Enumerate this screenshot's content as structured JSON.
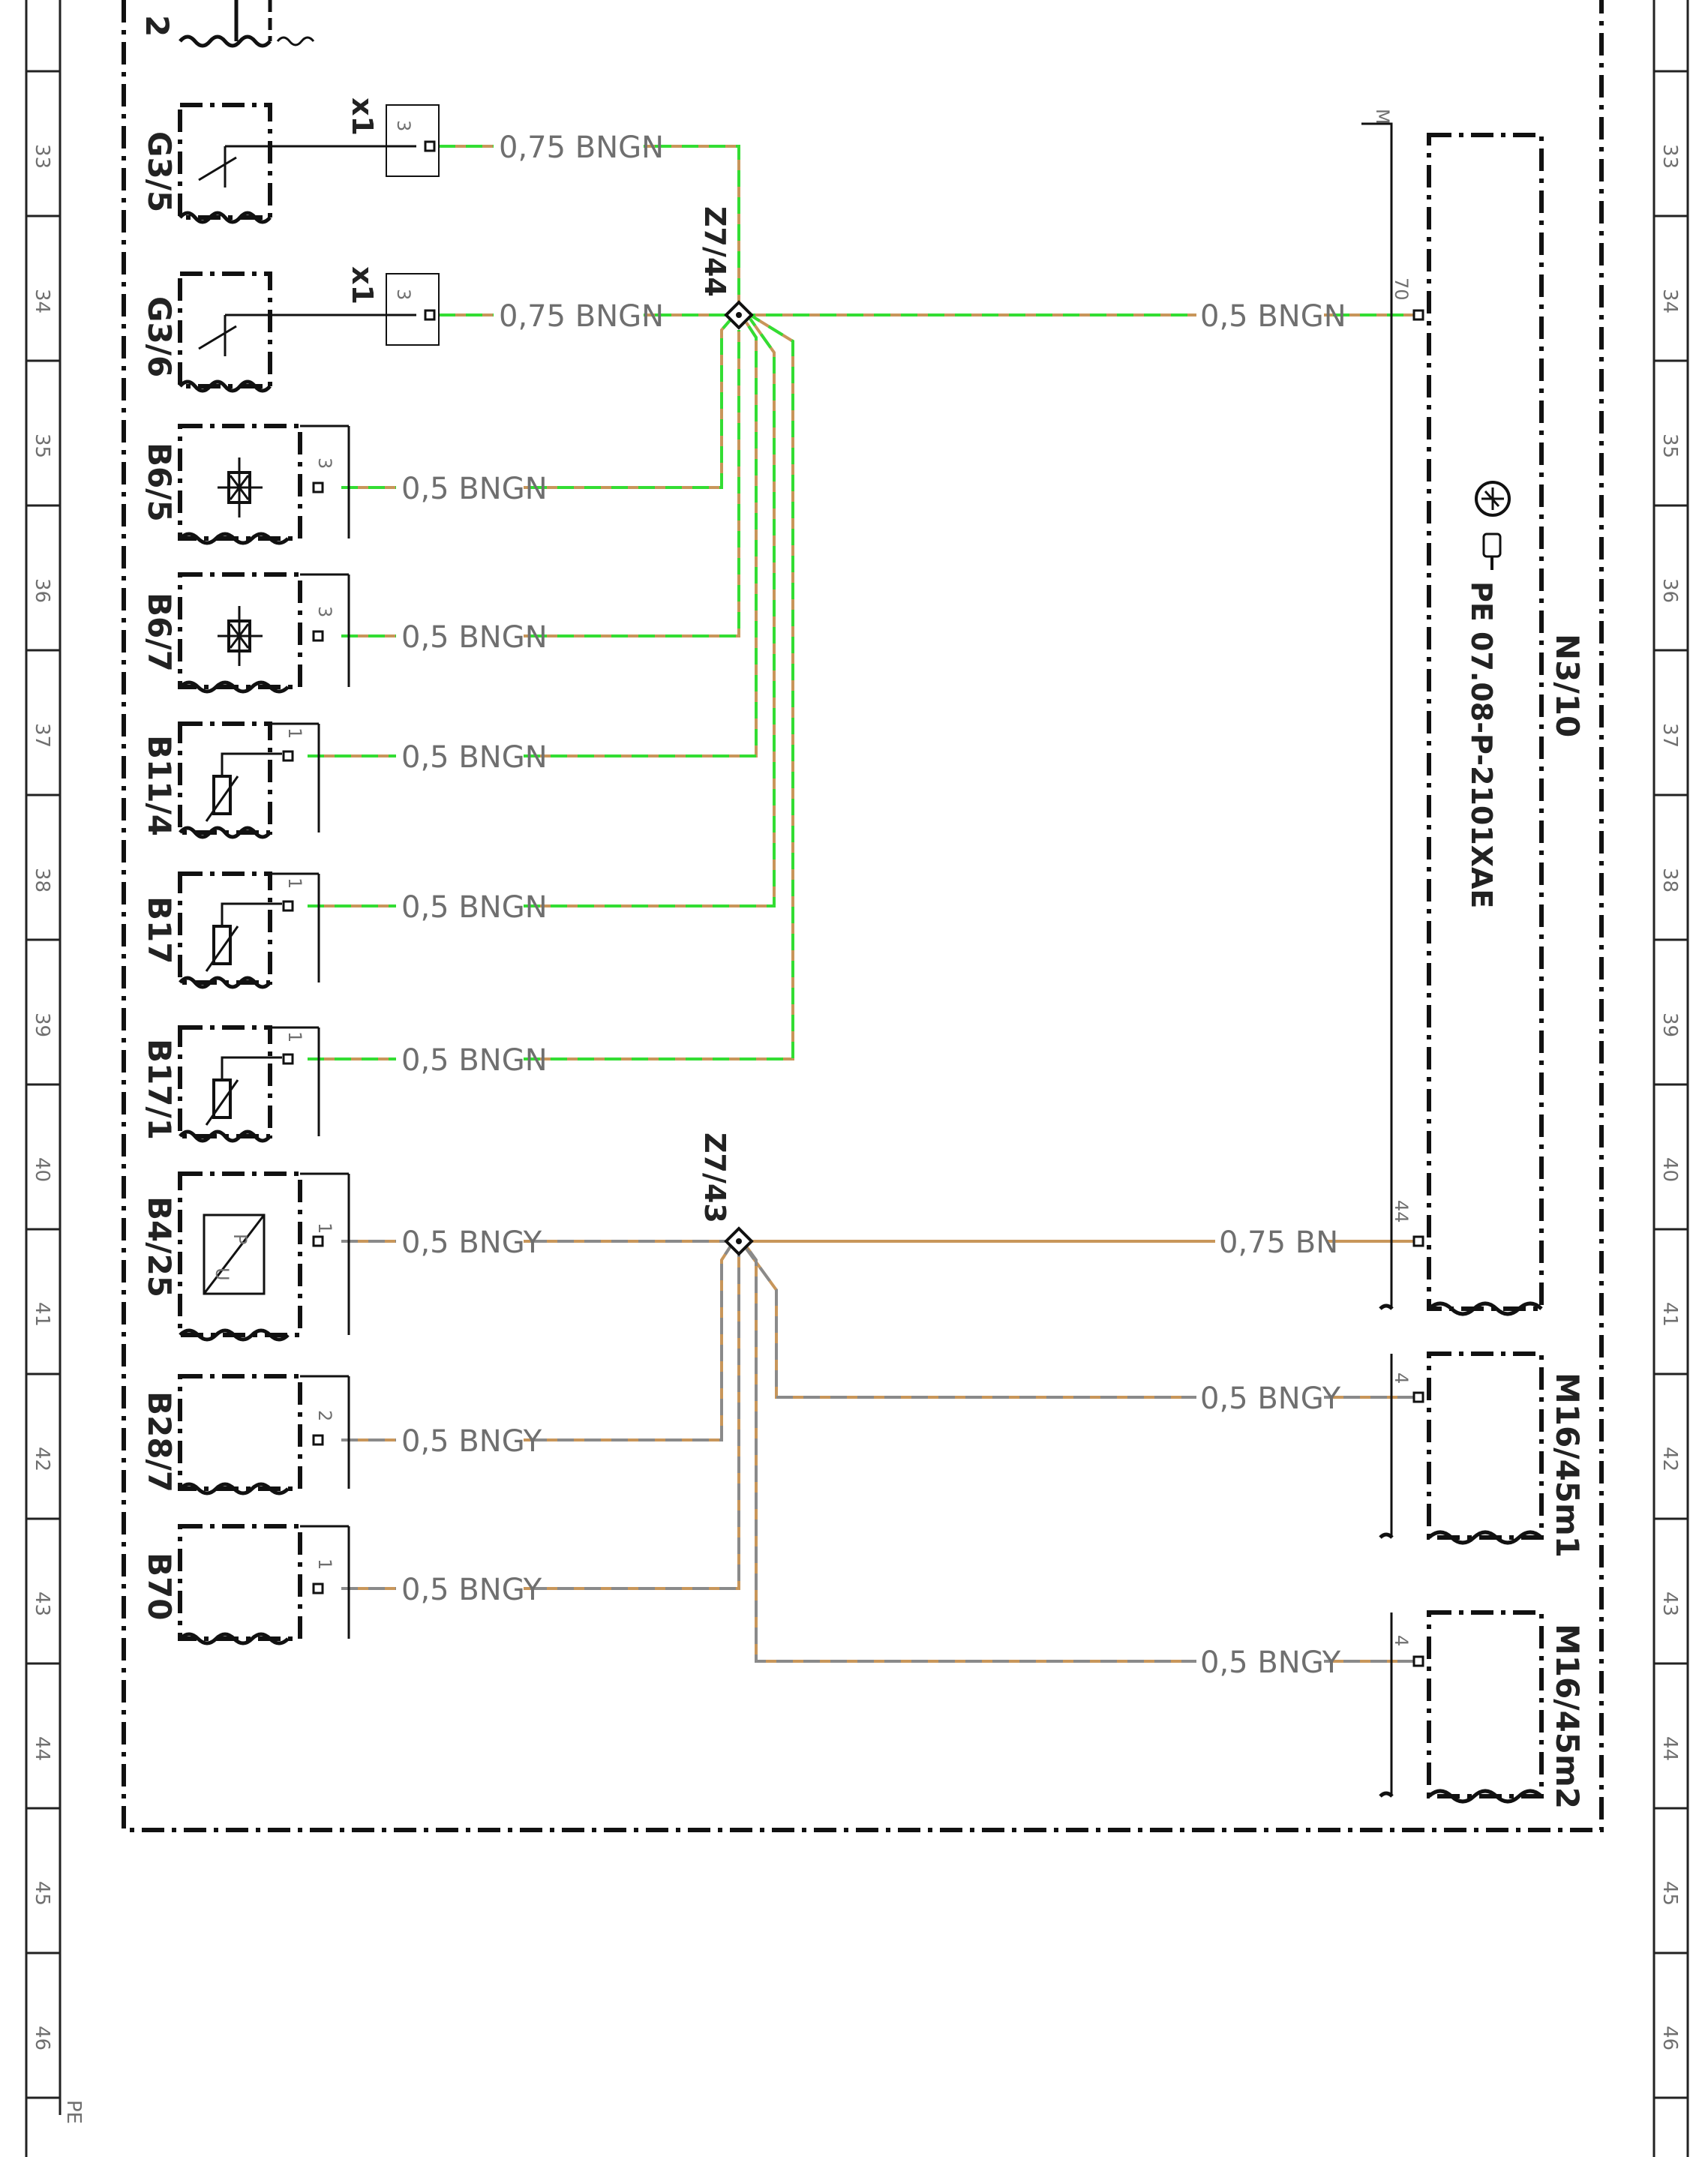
{
  "row_numbers": [
    "33",
    "34",
    "35",
    "36",
    "37",
    "38",
    "39",
    "40",
    "41",
    "42",
    "43",
    "44",
    "45",
    "46"
  ],
  "sheet_label": "PE",
  "top_partial_label": "2",
  "components_left": [
    {
      "id": "G3/5",
      "connector": "x1",
      "pin": "3",
      "wire": "0,75 BNGN"
    },
    {
      "id": "G3/6",
      "connector": "x1",
      "pin": "3",
      "wire": "0,75 BNGN"
    },
    {
      "id": "B6/5",
      "pin": "3",
      "wire": "0,5 BNGN"
    },
    {
      "id": "B6/7",
      "pin": "3",
      "wire": "0,5 BNGN"
    },
    {
      "id": "B11/4",
      "pin": "1",
      "wire": "0,5 BNGN"
    },
    {
      "id": "B17",
      "pin": "1",
      "wire": "0,5 BNGN"
    },
    {
      "id": "B17/1",
      "pin": "1",
      "wire": "0,5 BNGN"
    },
    {
      "id": "B4/25",
      "pin": "1",
      "wire": "0,5 BNGY",
      "symbol_p": "P",
      "symbol_u": "U"
    },
    {
      "id": "B28/7",
      "pin": "2",
      "wire": "0,5 BNGY"
    },
    {
      "id": "B70",
      "pin": "1",
      "wire": "0,5 BNGY"
    }
  ],
  "splices": {
    "z1": "Z7/44",
    "z2": "Z7/43"
  },
  "right": {
    "n3_id": "N3/10",
    "n3_ref": "PE 07.08-P-2101XAE",
    "n3_mark": "M",
    "n3_pin70": "70",
    "n3_wire70": "0,5 BNGN",
    "n3_pin44": "44",
    "n3_wire44": "0,75 BN",
    "m1_id": "M16/45m1",
    "m1_pin": "4",
    "m1_wire": "0,5 BNGY",
    "m2_id": "M16/45m2",
    "m2_pin": "4",
    "m2_wire": "0,5 BNGY"
  },
  "colors": {
    "brown": "#c8965a",
    "green": "#33dd33",
    "gray": "#8a8a8a",
    "ink": "#111111"
  }
}
